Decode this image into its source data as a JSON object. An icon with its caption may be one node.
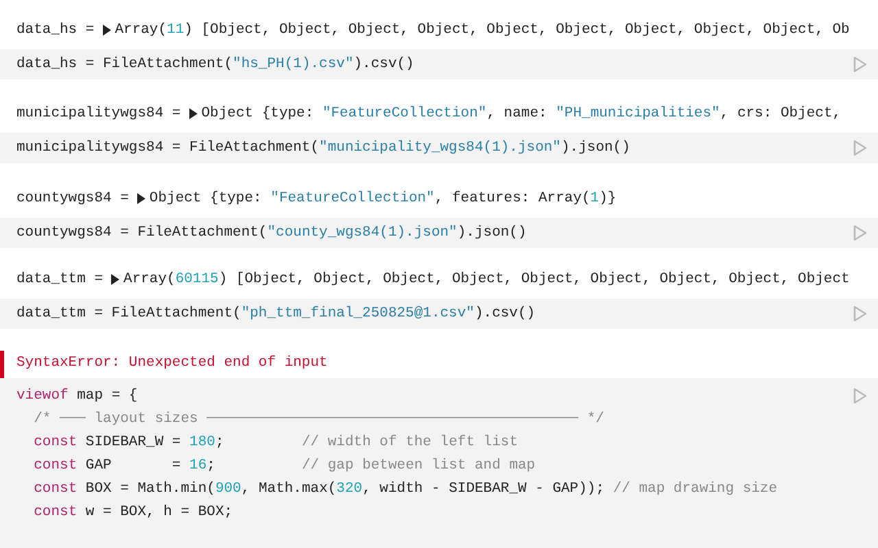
{
  "diagram": {
    "labels": [
      "data_hs =",
      "Array(11) [Object, Object, Object, Object, Object, Object, Object, Object, Object, Ob",
      "data_hs = FileAttachment(\"hs_PH(1).csv\").csv()",
      "municipalitywgs84 =",
      "Object {type: \"FeatureCollection\", name: \"PH_municipalities\", crs: Object,",
      "municipalitywgs84 = FileAttachment(\"municipality_wgs84(1).json\").json()",
      "countywgs84 =",
      "Object {type: \"FeatureCollection\", features: Array(1)}",
      "countywgs84 = FileAttachment(\"county_wgs84(1).json\").json()",
      "data_ttm =",
      "Array(60115) [Object, Object, Object, Object, Object, Object, Object, Object, Object",
      "data_ttm = FileAttachment(\"ph_ttm_final_250825@1.csv\").csv()",
      "SyntaxError: Unexpected end of input",
      "viewof map = {",
      "  /* ─── layout sizes ─────────────────────────────────────────── */",
      "  const SIDEBAR_W = 180;         // width of the left list",
      "  const GAP       = 16;          // gap between list and map",
      "  const BOX = Math.min(900, Math.max(320, width - SIDEBAR_W - GAP)); // map drawing size",
      "  const w = BOX, h = BOX;"
    ]
  }
}
